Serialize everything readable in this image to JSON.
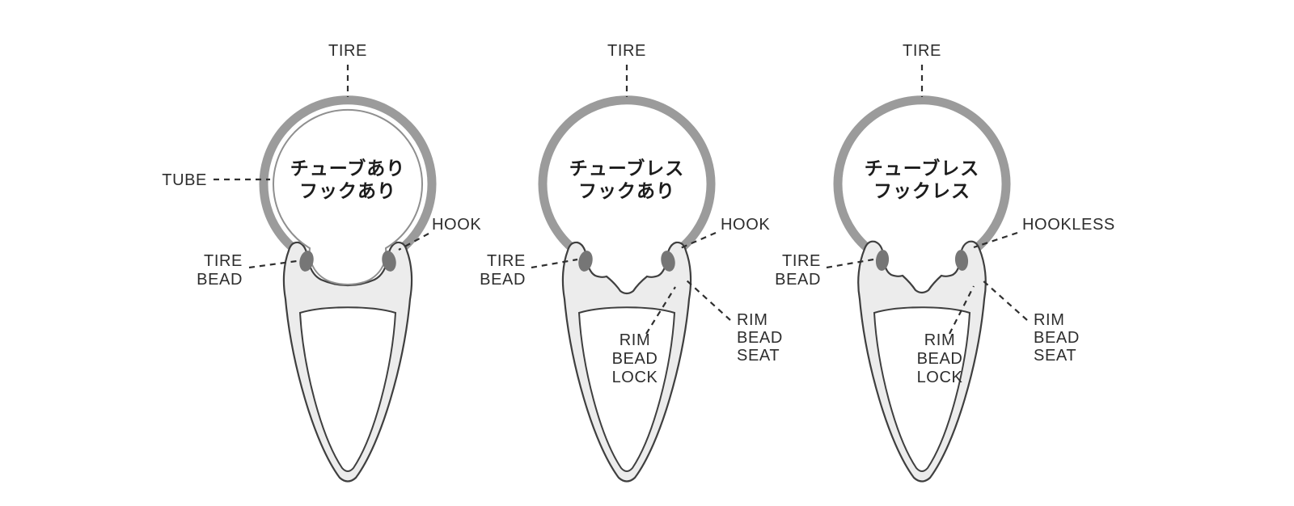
{
  "colors": {
    "tire": "#9b9b9b",
    "bead": "#767676",
    "outline": "#3f3f3f",
    "label": "#2d2d2d"
  },
  "diagrams": [
    {
      "id": "tubed-hooked",
      "title_line1": "チューブあり",
      "title_line2": "フックあり",
      "labels": {
        "tire": "TIRE",
        "tube": "TUBE",
        "tire_bead_1": "TIRE",
        "tire_bead_2": "BEAD",
        "hook": "HOOK"
      }
    },
    {
      "id": "tubeless-hooked",
      "title_line1": "チューブレス",
      "title_line2": "フックあり",
      "labels": {
        "tire": "TIRE",
        "tire_bead_1": "TIRE",
        "tire_bead_2": "BEAD",
        "hook": "HOOK",
        "rim_bead_seat_1": "RIM",
        "rim_bead_seat_2": "BEAD",
        "rim_bead_seat_3": "SEAT",
        "rim_bead_lock_1": "RIM",
        "rim_bead_lock_2": "BEAD",
        "rim_bead_lock_3": "LOCK"
      }
    },
    {
      "id": "tubeless-hookless",
      "title_line1": "チューブレス",
      "title_line2": "フックレス",
      "labels": {
        "tire": "TIRE",
        "tire_bead_1": "TIRE",
        "tire_bead_2": "BEAD",
        "hookless": "HOOKLESS",
        "rim_bead_seat_1": "RIM",
        "rim_bead_seat_2": "BEAD",
        "rim_bead_seat_3": "SEAT",
        "rim_bead_lock_1": "RIM",
        "rim_bead_lock_2": "BEAD",
        "rim_bead_lock_3": "LOCK"
      }
    }
  ]
}
